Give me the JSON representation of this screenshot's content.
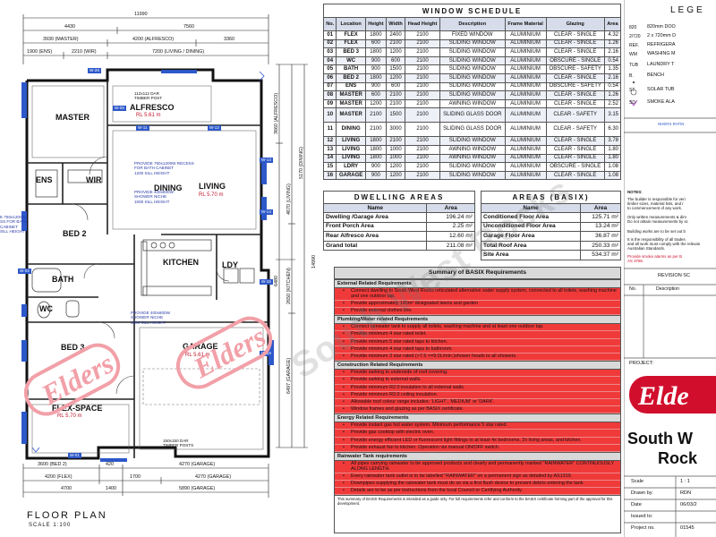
{
  "plan": {
    "title": "FLOOR PLAN",
    "scale": "SCALE 1:100",
    "rooms": [
      {
        "key": "master",
        "name": "MASTER"
      },
      {
        "key": "alfresco",
        "name": "ALFRESCO",
        "rl": "RL 5.61 m"
      },
      {
        "key": "ens",
        "name": "ENS"
      },
      {
        "key": "wir",
        "name": "WIR"
      },
      {
        "key": "dining",
        "name": "DINING"
      },
      {
        "key": "living",
        "name": "LIVING",
        "rl": "RL 5.70 m"
      },
      {
        "key": "bed2",
        "name": "BED 2"
      },
      {
        "key": "kitchen",
        "name": "KITCHEN"
      },
      {
        "key": "ldy",
        "name": "LDY"
      },
      {
        "key": "bath",
        "name": "BATH"
      },
      {
        "key": "wc",
        "name": "WC"
      },
      {
        "key": "bed3",
        "name": "BED 3"
      },
      {
        "key": "garage",
        "name": "GARAGE",
        "rl": "RL 5.61 m"
      },
      {
        "key": "flex",
        "name": "FLEX-SPACE",
        "rl": "RL 5.70 m"
      }
    ],
    "notes": {
      "alfresco_slab": "112x112 DAR\nTIMBER POST",
      "recess": "PROVIDE 750x1200W RECESS\nFOR BATH CABINET\n1200 SILL HEIGHT",
      "niche1": "PROVIDE 400x600W\nSHOWER NICHE\n1000 SILL HEIGHT",
      "bath_recess": "E 750x1200W\nSS FOR BATH\nCABINET\nSILL HEIGHT",
      "niche2": "PROVIDE 400x600W\nSHOWER NICHE\n1000 SILL HEIGHT",
      "post": "150x150 DAR\nTIMBER POSTS"
    },
    "dims": {
      "overall_top": "11990",
      "top2a": "4430",
      "top2b": "7560",
      "top3a": "3930 (MASTER)",
      "top3b": "4200 (ALFRESCO)",
      "top3c": "3360",
      "top4a": "1900 (ENS)",
      "top4b": "2210 (WIR)",
      "top4c": "7200 (LIVING / DINING)",
      "bot1a": "3600 (BED 2)",
      "bot1b": "420",
      "bot1c": "4270 (GARAGE)",
      "bot2a": "4200 (FLEX)",
      "bot2b": "1700",
      "bot2c": "4270 (GARAGE)",
      "bot3a": "4700",
      "bot3b": "1400",
      "bot3c": "5890 (GARAGE)",
      "right1": "3660 (ALFRESCO)",
      "right2": "4670 (LIVING)",
      "right3": "5170 (DINING)",
      "right4": "14990",
      "right5": "2650 (KITCHEN)",
      "right6": "6480",
      "right7": "6497 (GARAGE)"
    },
    "windows": [
      "W-28",
      "W-05",
      "W-11",
      "W-12",
      "W-13",
      "W-14",
      "W-15",
      "W-16",
      "W-01",
      "W-02"
    ]
  },
  "window_schedule": {
    "title": "WINDOW SCHEDULE",
    "headers": [
      "No.",
      "Location",
      "Height",
      "Width",
      "Head Height",
      "Description",
      "Frame Material",
      "Glazing",
      "Area"
    ],
    "rows": [
      [
        "01",
        "FLEX",
        "1800",
        "2400",
        "2100",
        "FIXED WINDOW",
        "ALUMINIUM",
        "CLEAR - SINGLE",
        "4.32"
      ],
      [
        "02",
        "FLEX",
        "600",
        "2100",
        "2100",
        "SLIDING WINDOW",
        "ALUMINIUM",
        "CLEAR - SINGLE",
        "1.26"
      ],
      [
        "03",
        "BED 3",
        "1800",
        "1200",
        "2100",
        "SLIDING WINDOW",
        "ALUMINIUM",
        "CLEAR - SINGLE",
        "2.16"
      ],
      [
        "04",
        "WC",
        "900",
        "600",
        "2100",
        "SLIDING WINDOW",
        "ALUMINIUM",
        "OBSCURE - SINGLE",
        "0.54"
      ],
      [
        "05",
        "BATH",
        "900",
        "1500",
        "2100",
        "SLIDING WINDOW",
        "ALUMINIUM",
        "OBSCURE - SAFETY",
        "1.35"
      ],
      [
        "06",
        "BED 2",
        "1800",
        "1200",
        "2100",
        "SLIDING WINDOW",
        "ALUMINIUM",
        "CLEAR - SINGLE",
        "2.16"
      ],
      [
        "07",
        "ENS",
        "900",
        "600",
        "2100",
        "SLIDING WINDOW",
        "ALUMINIUM",
        "OBSCURE - SAFETY",
        "0.54"
      ],
      [
        "08",
        "MASTER",
        "600",
        "2100",
        "2100",
        "SLIDING WINDOW",
        "ALUMINIUM",
        "CLEAR - SINGLE",
        "1.26"
      ],
      [
        "09",
        "MASTER",
        "1200",
        "2100",
        "2100",
        "AWNING WINDOW",
        "ALUMINIUM",
        "CLEAR - SINGLE",
        "2.52"
      ],
      [
        "10",
        "MASTER",
        "2100",
        "1500",
        "2100",
        "SLIDING GLASS DOOR",
        "ALUMINIUM",
        "CLEAR - SAFETY",
        "3.15"
      ],
      [
        "11",
        "DINING",
        "2100",
        "3000",
        "2100",
        "SLIDING GLASS DOOR",
        "ALUMINIUM",
        "CLEAR - SAFETY",
        "6.30"
      ],
      [
        "12",
        "LIVING",
        "1800",
        "2100",
        "2100",
        "SLIDING WINDOW",
        "ALUMINIUM",
        "CLEAR - SINGLE",
        "3.78"
      ],
      [
        "13",
        "LIVING",
        "1800",
        "1000",
        "2100",
        "AWNING WINDOW",
        "ALUMINIUM",
        "CLEAR - SINGLE",
        "1.80"
      ],
      [
        "14",
        "LIVING",
        "1800",
        "1000",
        "2100",
        "AWNING WINDOW",
        "ALUMINIUM",
        "CLEAR - SINGLE",
        "1.80"
      ],
      [
        "15",
        "LDRY",
        "900",
        "1200",
        "2100",
        "SLIDING WINDOW",
        "ALUMINIUM",
        "OBSCURE - SINGLE",
        "1.08"
      ],
      [
        "16",
        "GARAGE",
        "900",
        "1200",
        "2100",
        "SLIDING WINDOW",
        "ALUMINIUM",
        "CLEAR - SINGLE",
        "1.08"
      ]
    ]
  },
  "dwelling_areas": {
    "title": "DWELLING AREAS",
    "headers": [
      "Name",
      "Area"
    ],
    "rows": [
      [
        "Dwelling /Garage Area",
        "196.24 m²"
      ],
      [
        "Front Porch Area",
        "2.25 m²"
      ],
      [
        "Rear Alfresco Area",
        "12.60 m²"
      ],
      [
        "Grand total",
        "211.08 m²"
      ]
    ]
  },
  "basix_areas": {
    "title": "AREAS (BASIX)",
    "headers": [
      "Name",
      "Area"
    ],
    "rows": [
      [
        "Conditioned Floor Area",
        "125.71 m²"
      ],
      [
        "Unconditioned Floor Area",
        "13.24 m²"
      ],
      [
        "Garage Floor Area",
        "36.87 m²"
      ],
      [
        "Total Roof Area",
        "250.33 m²"
      ],
      [
        "Site Area",
        "534.37 m²"
      ]
    ]
  },
  "basix": {
    "title": "Summary of BASIX Requirements",
    "sections": [
      {
        "heading": "External Related Requirements",
        "items": [
          "Connect dwelling to South West Rocks reticulated alternative water supply system, connected to all toilets, washing machine and one outdoor tap.",
          "Provide approximately 145m² designated lawns and garden",
          "Provide external clothes line."
        ]
      },
      {
        "heading": "Plumbing/Water related Requirements",
        "items": [
          "Connect rainwater tank to supply all toilets, washing machine and at least one outdoor tap.",
          "Provide minimum 4 star rated toilet.",
          "Provide minimum 5 star rated taps to kitchen.",
          "Provide minimum 4 star rated taps to bathroom.",
          "Provide minimum 3 star rated (>7.5 <=9.0L/min.)shower heads to all showers."
        ]
      },
      {
        "heading": "Construction Related Requirements",
        "items": [
          "Provide sarking to underside of roof covering.",
          "Provide sarking to external walls.",
          "Provide minimum R2.0 insulation to all external walls.",
          "Provide minimum R3.0 ceiling insulation.",
          "Allowable roof colour range includes: 'LIGHT', 'MEDIUM' or 'DARK'.",
          "Window frames and glazing as per BASIX certificate."
        ]
      },
      {
        "heading": "Energy Related Requirements",
        "items": [
          "Provide instant gas hot water system. Minimum performance 5 star rated.",
          "Provide gas cooktop with electric oven.",
          "Provide energy efficient LED or fluorescent light fittings to at least 4x bedrooms, 2x living areas, and kitchen.",
          "Provide exhaust fan to kitchen. Operation via manual ON/OFF switch."
        ]
      },
      {
        "heading": "Rainwater Tank requirements",
        "items": [
          "All pipes carrying rainwater to be approved products and clearly and permanently marked \"RAINWATER\" CONTINUOUSLY ALONG LENGTH.",
          "Every rainwater tank outlet is to be labelled \"RAINWATER\" on a permanent sign as detailed by AS1319.",
          "Downpipes supplying the rainwater tank must do so via a first flush device to prevent debris entering the tank.",
          "Details are to be as per instructions from the local Council or Certifying Authority."
        ]
      }
    ],
    "footer": "This summary of BASIX Requirements is intended as a guide only. For full requirements refer and conform to the BASIX certificate forming part of the approval for this development."
  },
  "legend": {
    "title": "LEGE",
    "items": [
      {
        "code": "820",
        "text": "820mm DOO"
      },
      {
        "code": "2/720",
        "text": "2 x 720mm D"
      },
      {
        "code": "REF.",
        "text": "REFRIGERA"
      },
      {
        "code": "WM",
        "text": "WASHING M"
      },
      {
        "code": "TUB",
        "text": "LAUNDRY T"
      },
      {
        "code": "B.",
        "text": "BENCH"
      },
      {
        "code": "ST",
        "text": "SOLAR TUB"
      },
      {
        "code": "SD",
        "text": "SMOKE ALA"
      }
    ],
    "ratings_title": "NHERS RATIN",
    "notes_title": "NOTES:",
    "notes": [
      "The builder is responsible for veri",
      "timber sizes, material lists, and r",
      "to commencement of any work.",
      "Only written measurements & dim",
      "Do not obtain measurements by sc",
      "Building works are to be set out b",
      "It is the responsibility of all trades",
      "and all work must comply with the relevan",
      "Australian Standards.",
      "Provide smoke alarms as per B",
      "AS 3786."
    ],
    "revision_title": "REVISION SC",
    "revision_col": "No.",
    "revision_desc": "Description"
  },
  "titleblock": {
    "project_label": "PROJECT:",
    "brand": "Elde",
    "location1": "South W",
    "location2": "Rock",
    "fields": [
      {
        "label": "Scale",
        "value": "1 : 1"
      },
      {
        "label": "Drawn by",
        "value": "RDN"
      },
      {
        "label": "Date",
        "value": "06/03/2"
      },
      {
        "label": "Issued to:",
        "value": ""
      },
      {
        "label": "Project no.",
        "value": "01545"
      }
    ]
  },
  "watermark": {
    "text": "South West Rocks",
    "brand": "Elders"
  },
  "colors": {
    "red": "#f03a3a",
    "brand_red": "#d10f2d",
    "window_blue": "#2d58c9",
    "header_fill": "#d7dcea"
  }
}
